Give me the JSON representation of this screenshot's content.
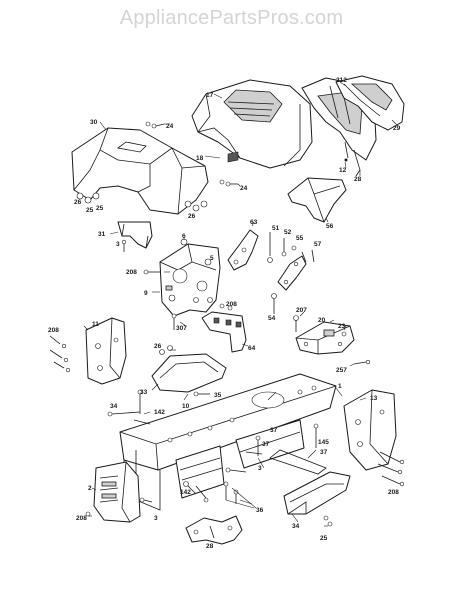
{
  "watermark": "AppliancePartsPros.com",
  "labels": {
    "l30": "30",
    "l24a": "24",
    "l17": "17",
    "l212": "212",
    "l29": "29",
    "l18": "18",
    "l12": "12",
    "l28": "28",
    "l26a": "26",
    "l25a": "25",
    "l26b": "26",
    "l25b": "25",
    "l24b": "24",
    "l56": "56",
    "l31": "31",
    "l3a": "3",
    "l6a": "6",
    "l5": "5",
    "l63": "63",
    "l51": "51",
    "l52": "52",
    "l55": "55",
    "l57": "57",
    "l208a": "208",
    "l9": "9",
    "l307": "307",
    "l208b": "208",
    "l54": "54",
    "l64": "64",
    "l207": "207",
    "l20": "20",
    "l23": "23",
    "l257": "257",
    "l208c": "208",
    "l11": "11",
    "l26c": "26",
    "l33": "33",
    "l35": "35",
    "l10": "10",
    "l1": "1",
    "l13": "13",
    "l34a": "34",
    "l142a": "142",
    "l37a": "37",
    "l37b": "37",
    "l145": "145",
    "l37c": "37",
    "l3b": "3",
    "l2": "2",
    "l142b": "142",
    "l36": "36",
    "l3c": "3",
    "l208d": "208",
    "l208e": "208",
    "l34b": "34",
    "l25c": "25",
    "l28b": "28"
  }
}
